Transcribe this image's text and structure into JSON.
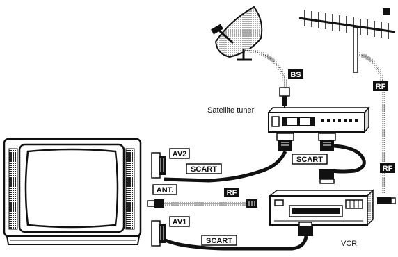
{
  "labels": {
    "satellite_tuner": "Satellite tuner",
    "vcr": "VCR",
    "bs": "BS",
    "rf_antenna": "RF",
    "rf_right": "RF",
    "rf_mid": "RF",
    "av2": "AV2",
    "av1": "AV1",
    "ant": "ANT.",
    "scart_top": "SCART",
    "scart_mid": "SCART",
    "scart_bottom": "SCART"
  },
  "icons": {
    "tv": "television-icon",
    "dish": "satellite-dish-icon",
    "antenna": "tv-antenna-icon",
    "tuner": "satellite-tuner-icon",
    "vcr": "vcr-icon",
    "plug": "connector-plug-icon"
  },
  "colors": {
    "ink": "#111111",
    "paper": "#ffffff",
    "screen": "#ffffff",
    "speaker_grill": "#333333"
  }
}
